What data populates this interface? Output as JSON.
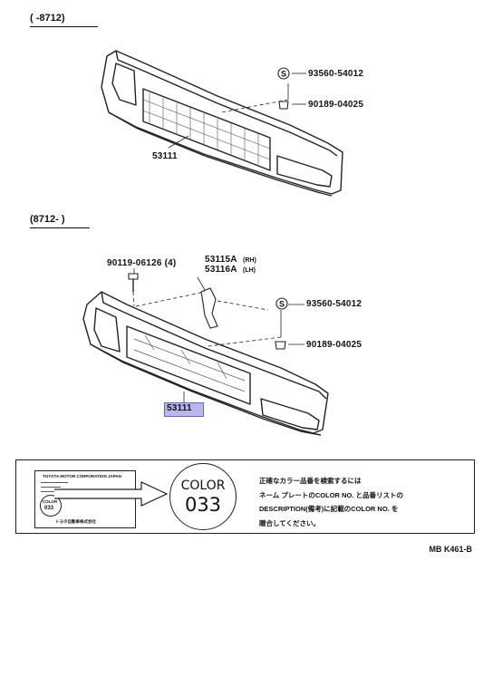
{
  "sections": {
    "early": "(     -8712)",
    "late": "(8712-      )"
  },
  "parts_top": {
    "grille": "53111",
    "clip": "93560-54012",
    "nut": "90189-04025"
  },
  "parts_bottom": {
    "grille": "53111",
    "clip": "93560-54012",
    "nut": "90189-04025",
    "screw": "90119-06126 (4)",
    "bracket_rh_num": "53115A",
    "bracket_rh_side": "(RH)",
    "bracket_lh_num": "53116A",
    "bracket_lh_side": "(LH)"
  },
  "symbols": {
    "clip_marker": "S"
  },
  "note": {
    "plate_header": "TOYOTA MOTOR CORPORATION JAPAN",
    "plate_color_label": "COLOR",
    "plate_color_code": "033",
    "plate_footer": "トヨタ自動車株式会社",
    "color_word": "COLOR",
    "color_code": "033",
    "text_line1": "正確なカラー品番を検索するには",
    "text_line2": "ネーム プレートのCOLOR NO. と品番リストの",
    "text_line3": "DESCRIPTION(備考)に記載のCOLOR NO. を",
    "text_line4": "贈合してください。"
  },
  "footer": "MB  K461-B",
  "colors": {
    "highlight": "#b9b6ef",
    "ink": "#111111"
  }
}
